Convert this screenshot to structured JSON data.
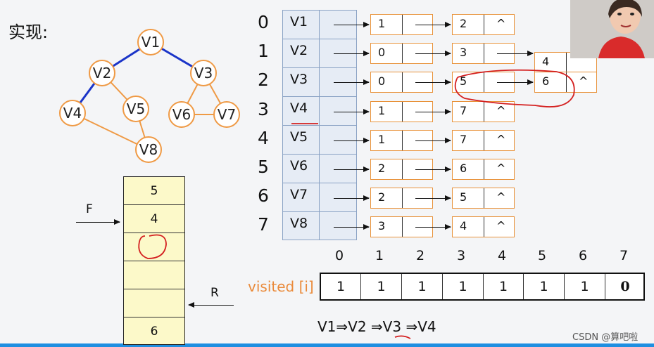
{
  "title": "实现:",
  "graph": {
    "nodes": [
      {
        "id": "v1",
        "label": "V1"
      },
      {
        "id": "v2",
        "label": "V2"
      },
      {
        "id": "v3",
        "label": "V3"
      },
      {
        "id": "v4",
        "label": "V4"
      },
      {
        "id": "v5",
        "label": "V5"
      },
      {
        "id": "v6",
        "label": "V6"
      },
      {
        "id": "v7",
        "label": "V7"
      },
      {
        "id": "v8",
        "label": "V8"
      }
    ],
    "edges": [
      {
        "from": "v1",
        "to": "v2",
        "visited": true
      },
      {
        "from": "v1",
        "to": "v3",
        "visited": true
      },
      {
        "from": "v2",
        "to": "v4",
        "visited": true
      },
      {
        "from": "v2",
        "to": "v5",
        "visited": false
      },
      {
        "from": "v3",
        "to": "v6",
        "visited": false
      },
      {
        "from": "v3",
        "to": "v7",
        "visited": false
      },
      {
        "from": "v6",
        "to": "v7",
        "visited": false
      },
      {
        "from": "v4",
        "to": "v8",
        "visited": false
      },
      {
        "from": "v5",
        "to": "v8",
        "visited": false
      }
    ],
    "edge_color": "#ef9a45",
    "visited_edge_color": "#1a34c8",
    "node_border": "#ef9a45"
  },
  "queue": {
    "cells": [
      "5",
      "4",
      "",
      "",
      "",
      "6"
    ],
    "front_label": "F",
    "rear_label": "R"
  },
  "adjacency": {
    "indices": [
      "0",
      "1",
      "2",
      "3",
      "4",
      "5",
      "6",
      "7"
    ],
    "vertices": [
      "V1",
      "V2",
      "V3",
      "V4",
      "V5",
      "V6",
      "V7",
      "V8"
    ],
    "lists": [
      [
        {
          "val": "1",
          "next": ""
        },
        {
          "val": "2",
          "next": "^"
        }
      ],
      [
        {
          "val": "0",
          "next": ""
        },
        {
          "val": "3",
          "next": ""
        },
        {
          "val": "4",
          "next": ""
        }
      ],
      [
        {
          "val": "0",
          "next": ""
        },
        {
          "val": "5",
          "next": ""
        },
        {
          "val": "6",
          "next": "^"
        }
      ],
      [
        {
          "val": "1",
          "next": ""
        },
        {
          "val": "7",
          "next": "^"
        }
      ],
      [
        {
          "val": "1",
          "next": ""
        },
        {
          "val": "7",
          "next": "^"
        }
      ],
      [
        {
          "val": "2",
          "next": ""
        },
        {
          "val": "6",
          "next": "^"
        }
      ],
      [
        {
          "val": "2",
          "next": ""
        },
        {
          "val": "5",
          "next": "^"
        }
      ],
      [
        {
          "val": "3",
          "next": ""
        },
        {
          "val": "4",
          "next": "^"
        }
      ]
    ]
  },
  "visited": {
    "label": "visited [i]",
    "indices": [
      "0",
      "1",
      "2",
      "3",
      "4",
      "5",
      "6",
      "7"
    ],
    "values": [
      "1",
      "1",
      "1",
      "1",
      "1",
      "1",
      "1",
      "0"
    ]
  },
  "traversal": "V1⇒V2  ⇒V3  ⇒V4",
  "watermark": "CSDN @算吧啦",
  "annotation_color": "#d42020"
}
